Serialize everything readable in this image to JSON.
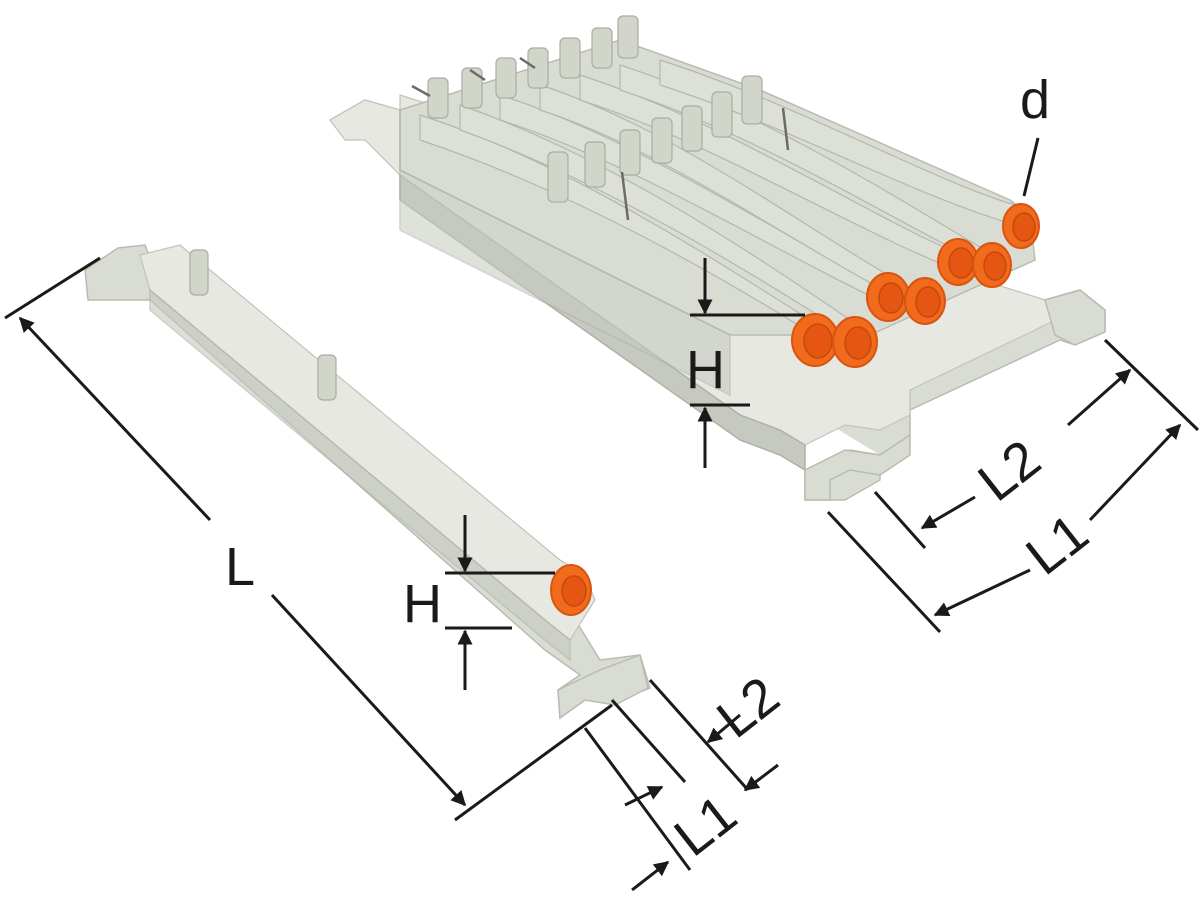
{
  "labels": {
    "d": "d",
    "large_H": "H",
    "large_L2": "L2",
    "large_L1": "L1",
    "small_L": "L",
    "small_H": "H",
    "small_L2": "L2",
    "small_L1": "L1"
  },
  "colors": {
    "body": "#d9dcd3",
    "cap": "#f26a1b",
    "dimension_line": "#1a1a1a"
  }
}
